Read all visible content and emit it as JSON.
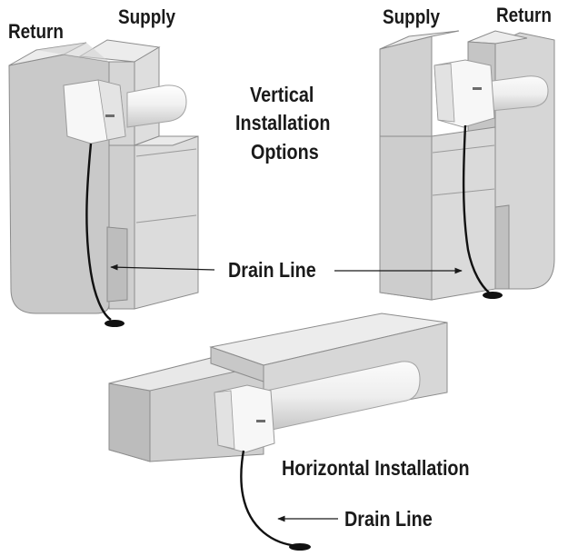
{
  "labels": {
    "left_return": "Return",
    "left_supply": "Supply",
    "right_supply": "Supply",
    "right_return": "Return",
    "vertical_1": "Vertical",
    "vertical_2": "Installation",
    "vertical_3": "Options",
    "drain_line_top": "Drain Line",
    "horizontal": "Horizontal Installation",
    "drain_line_bottom": "Drain Line"
  },
  "colors": {
    "duct_front": "#c9c9c9",
    "duct_side": "#dedede",
    "duct_top": "#ececec",
    "duct_dark": "#a9a9a9",
    "outline": "#8c8c8c",
    "unit_white": "#f7f7f7",
    "drain": "#111111"
  }
}
